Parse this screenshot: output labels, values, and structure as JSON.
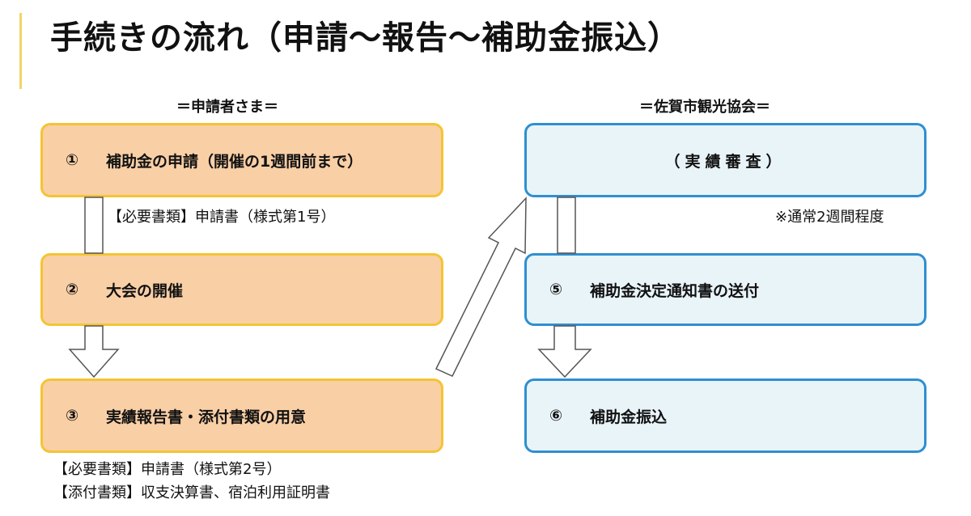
{
  "title": "手続きの流れ（申請～報告～補助金振込）",
  "columns": {
    "applicant_header": "＝申請者さま＝",
    "association_header": "＝佐賀市観光協会＝"
  },
  "steps": {
    "step1": {
      "num": "①",
      "label": "補助金の申請（開催の1週間前まで）"
    },
    "step2": {
      "num": "②",
      "label": "大会の開催"
    },
    "step3": {
      "num": "③",
      "label": "実績報告書・添付書類の用意"
    },
    "review": {
      "label": "（実績審査）"
    },
    "step5": {
      "num": "⑤",
      "label": "補助金決定通知書の送付"
    },
    "step6": {
      "num": "⑥",
      "label": "補助金振込"
    }
  },
  "notes": {
    "step1_docs": "【必要書類】申請書（様式第1号）",
    "review_period": "※通常2週間程度",
    "step3_docs": "【必要書類】申請書（様式第2号）",
    "step3_attach": "【添付書類】収支決算書、宿泊利用証明書"
  },
  "colors": {
    "applicant_fill": "#f9cfa6",
    "applicant_border": "#f4c432",
    "association_fill": "#e9f4f9",
    "association_border": "#2e8fd0",
    "accent": "#f2d466"
  }
}
